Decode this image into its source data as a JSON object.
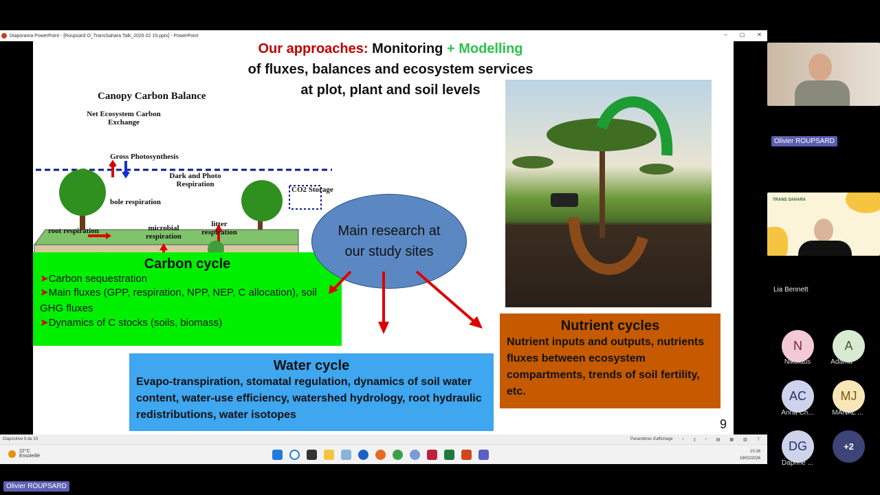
{
  "window": {
    "title": "Diaporama PowerPoint - [Roupsard O_TransSahara Talk_2026 02 19.pptx] - PowerPoint",
    "controls": [
      "–",
      "▢",
      "✕"
    ]
  },
  "slide": {
    "title_red": "Our approaches:",
    "title_black": " Monitoring ",
    "title_green": "+ Modelling",
    "title_line2": "of fluxes, balances and ecosystem services",
    "title_line3": "at plot, plant and soil levels",
    "diagram": {
      "title": "Canopy Carbon Balance",
      "nee": "Net Ecosystem Carbon Exchange",
      "gross": "Gross Photosynthesis",
      "dark": "Dark and Photo Respiration",
      "co2": "CO2 Storage",
      "bole": "bole respiration",
      "root": "root respiration",
      "microbial": "microbial respiration",
      "litter": "litter respiration"
    },
    "center": "Main research at our study sites",
    "carbon": {
      "title": "Carbon cycle",
      "items": [
        "Carbon sequestration",
        "Main fluxes (GPP, respiration, NPP, NEP, C allocation), soil GHG fluxes",
        "Dynamics of C stocks (soils, biomass)"
      ]
    },
    "water": {
      "title": "Water cycle",
      "text": "Evapo-transpiration, stomatal regulation, dynamics of soil water content, water-use efficiency, watershed hydrology, root hydraulic redistributions, water isotopes"
    },
    "nutrient": {
      "title": "Nutrient cycles",
      "text": "Nutrient inputs and outputs, nutrients fluxes between ecosystem compartments, trends of soil fertility, etc."
    },
    "page": "9"
  },
  "status": {
    "slide_of": "Diapositive 9 de 33",
    "display_settings": "Paramètres d'affichage"
  },
  "taskbar": {
    "temp": "22°C",
    "weather": "Ensoleillé",
    "time": "10:16",
    "date": "19/02/2026"
  },
  "meeting": {
    "presenter": "Olivier ROUPSARD",
    "logo": "TRANS SAHARA",
    "speaker2": "Lia Bennett",
    "participants": [
      {
        "initials": "N",
        "name": "Nikolaus",
        "bg": "#f3c9d6",
        "fg": "#7a1f3d"
      },
      {
        "initials": "A",
        "name": "Adama",
        "bg": "#d9ead3",
        "fg": "#3e5a2e"
      },
      {
        "initials": "AC",
        "name": "Anna Ch...",
        "bg": "#cdd3ea",
        "fg": "#27306b"
      },
      {
        "initials": "MJ",
        "name": "MANAL ...",
        "bg": "#f7e7b8",
        "fg": "#7a5a0a"
      },
      {
        "initials": "DG",
        "name": "Daphne ...",
        "bg": "#cdd3ea",
        "fg": "#27306b"
      }
    ],
    "more": "+2"
  }
}
